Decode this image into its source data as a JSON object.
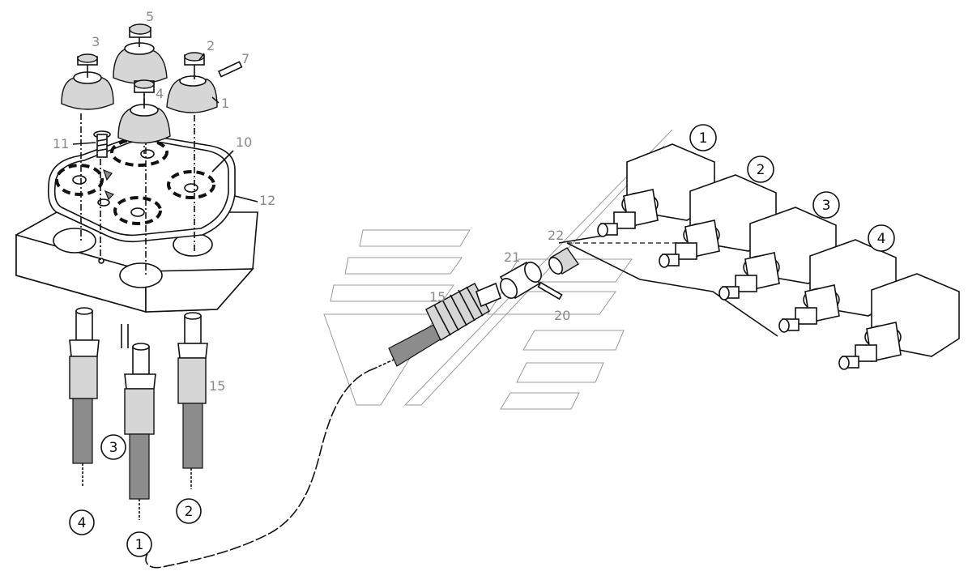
{
  "part_labels": {
    "p1": "1",
    "p2": "2",
    "p3": "3",
    "p4": "4",
    "p5": "5",
    "p7": "7",
    "p10": "10",
    "p11": "11",
    "p12": "12",
    "p15a": "15",
    "p15b": "15",
    "p20": "20",
    "p21": "21",
    "p22": "22"
  },
  "circled_numbers": {
    "c_cable_4": "4",
    "c_cable_1": "1",
    "c_cable_2": "2",
    "c_cable_3": "3",
    "c_valve_1": "1",
    "c_valve_2": "2",
    "c_valve_3": "3",
    "c_valve_4": "4"
  }
}
